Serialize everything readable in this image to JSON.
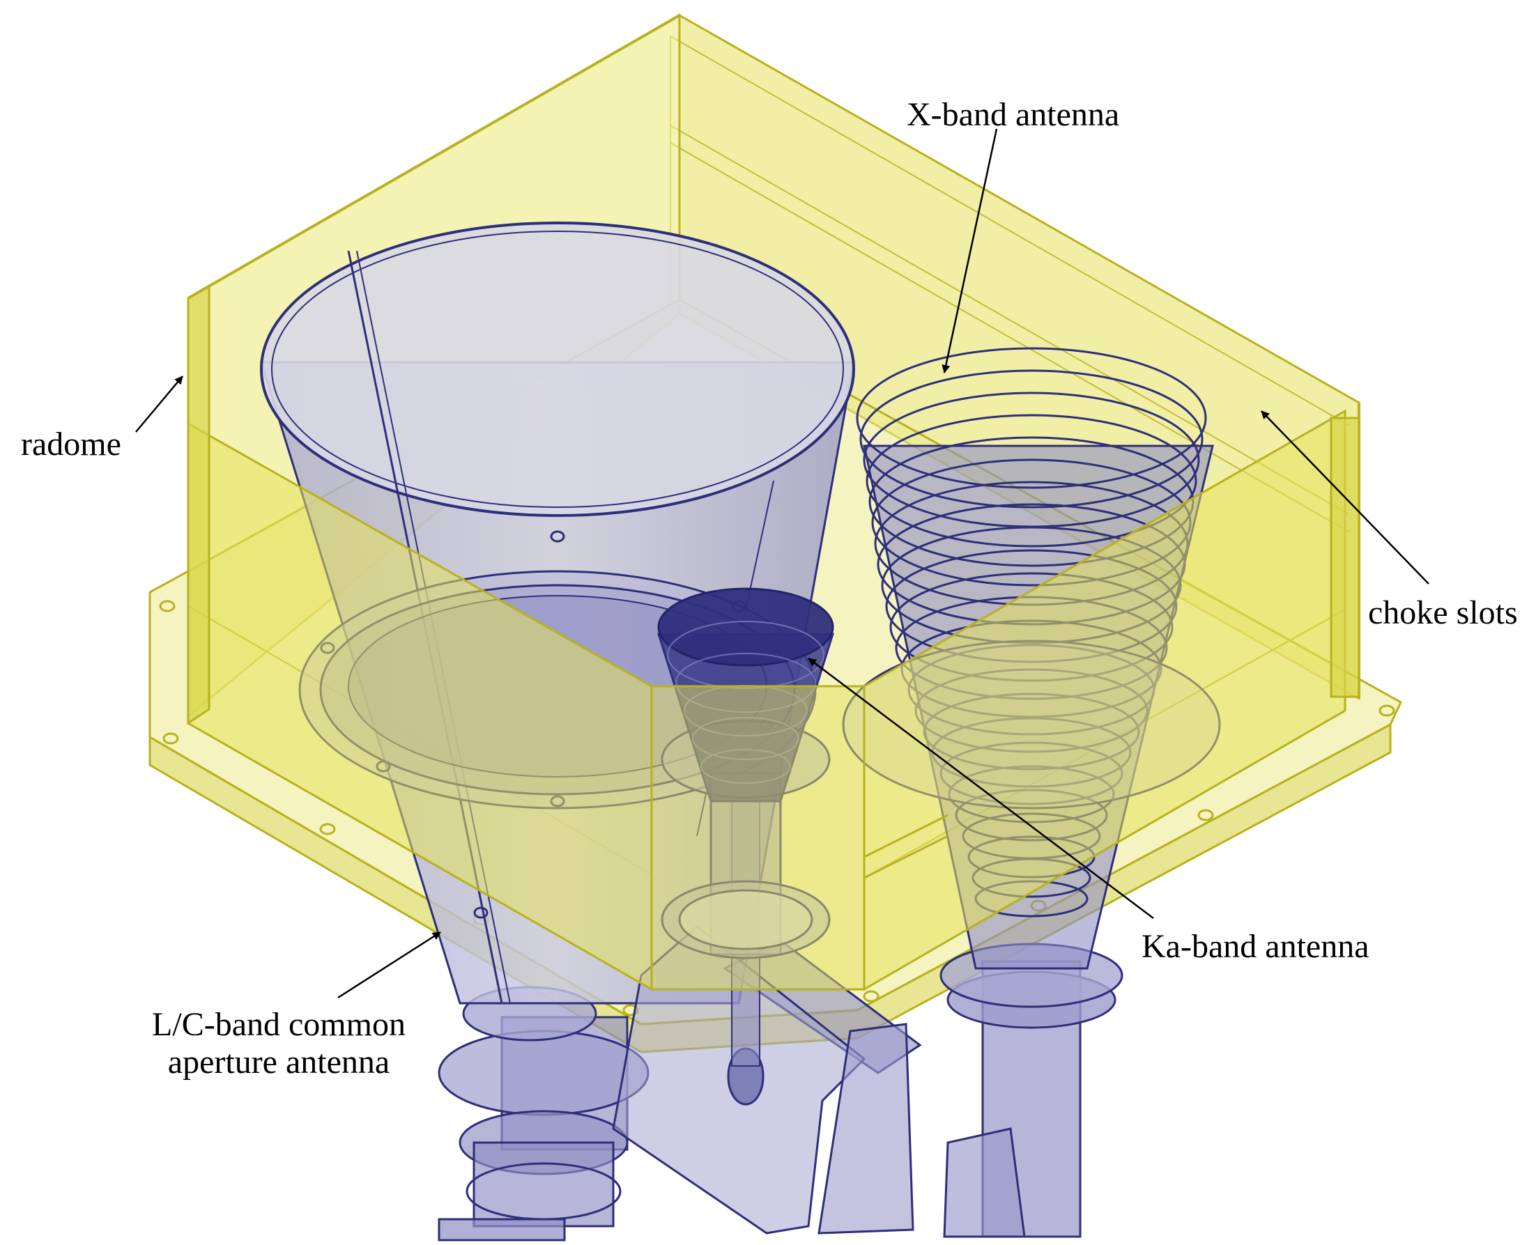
{
  "labels": {
    "radome": "radome",
    "x_band": "X-band antenna",
    "choke_slots": "choke slots",
    "ka_band": "Ka-band antenna",
    "lc_band_line1": "L/C-band common",
    "lc_band_line2": "aperture antenna"
  },
  "colors": {
    "radome_fill": "#e6e25c",
    "radome_edge": "#b8b21e",
    "antenna_fill": "#8f8fc4",
    "antenna_edge": "#2e2e7a",
    "arrow": "#000000",
    "background": "#ffffff"
  }
}
